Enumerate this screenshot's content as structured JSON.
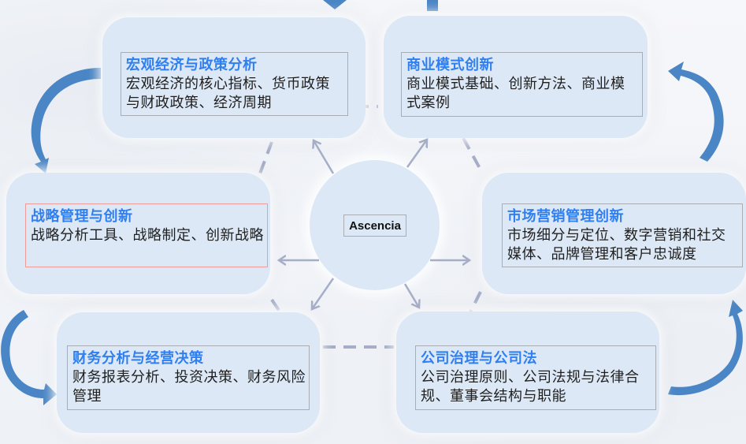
{
  "center": {
    "label": "Ascencia"
  },
  "nodes": [
    {
      "id": "macro",
      "title": "宏观经济与政策分析",
      "desc": "宏观经济的核心指标、货币政策与财政政策、经济周期"
    },
    {
      "id": "business-model",
      "title": "商业模式创新",
      "desc": "商业模式基础、创新方法、商业模式案例"
    },
    {
      "id": "strategy",
      "title": "战略管理与创新",
      "desc": "战略分析工具、战略制定、创新战略"
    },
    {
      "id": "marketing",
      "title": "市场营销管理创新",
      "desc": "市场细分与定位、数字营销和社交媒体、品牌管理和客户忠诚度"
    },
    {
      "id": "finance",
      "title": "财务分析与经营决策",
      "desc": "财务报表分析、投资决策、财务风险管理"
    },
    {
      "id": "governance",
      "title": "公司治理与公司法",
      "desc": "公司治理原则、公司法规与法律合规、董事会结构与职能"
    }
  ],
  "colors": {
    "node_fill": "#dce8f5",
    "title_text": "#2f7ff0",
    "body_text": "#1f1f1f",
    "connector": "#a6aec7",
    "cycle_arrow": "#4a86c5",
    "selection_border": "#ef9b97"
  }
}
